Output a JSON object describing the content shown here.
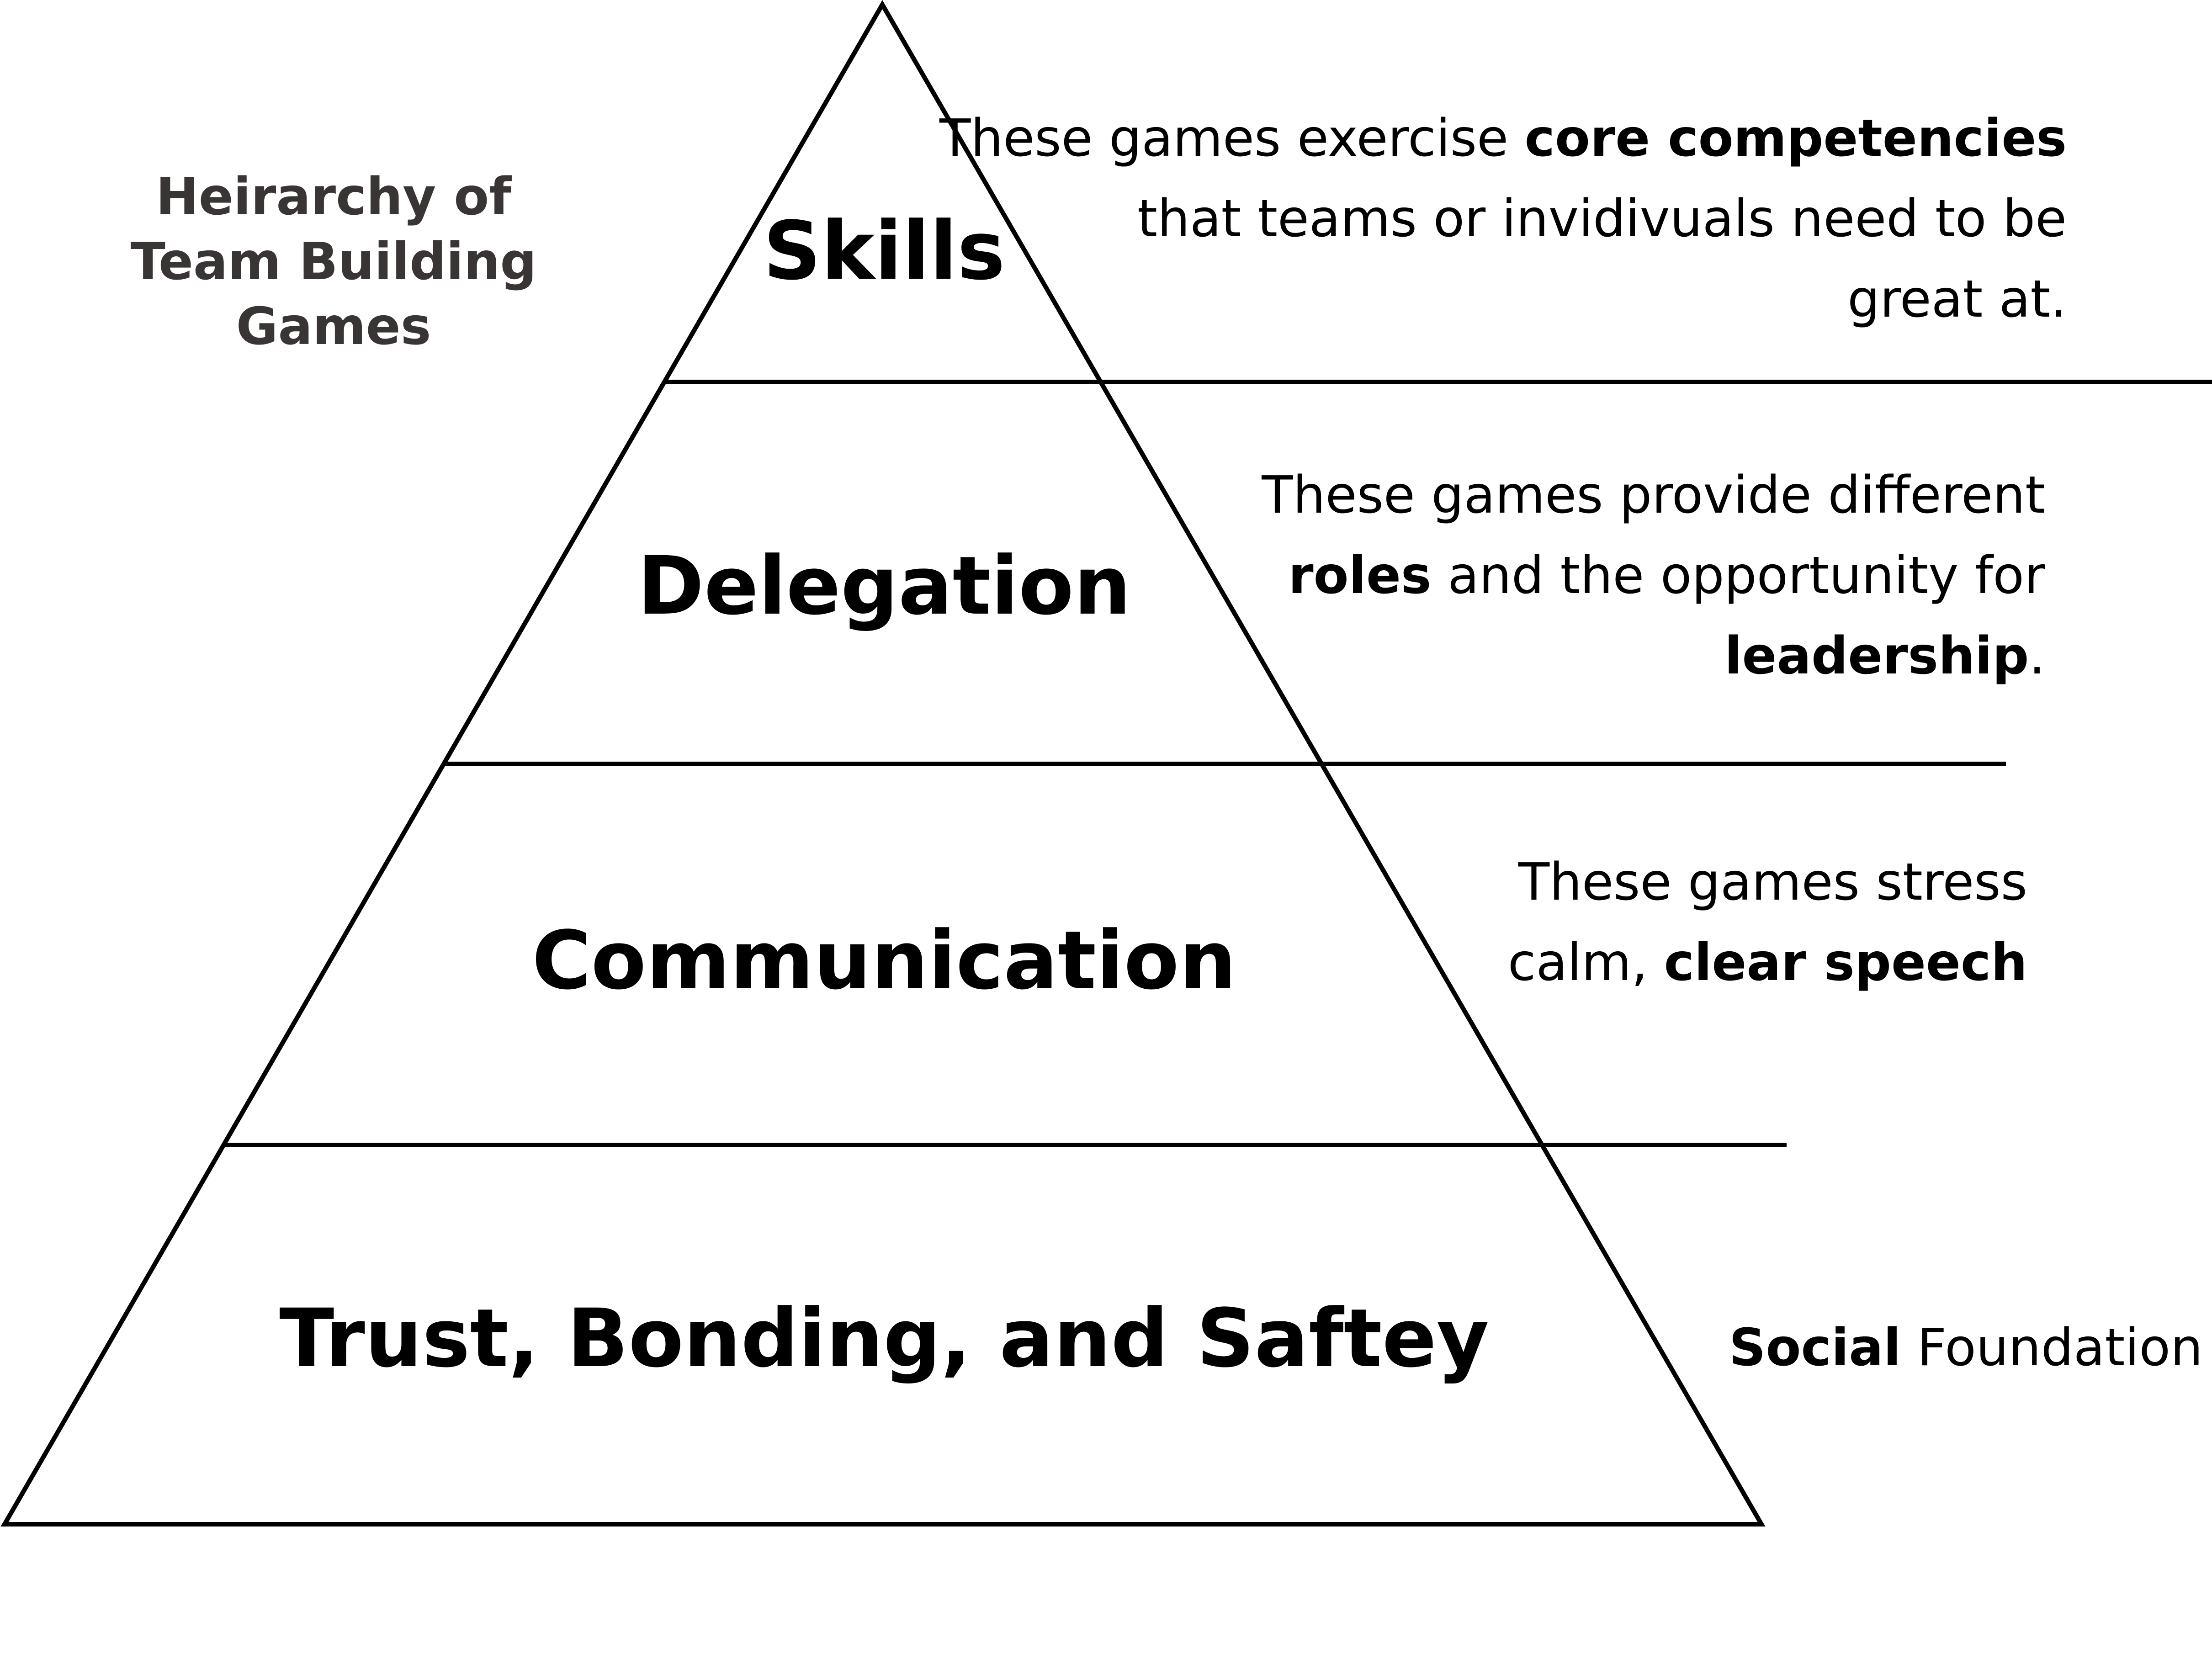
{
  "title": [
    "Heirarchy of",
    "Team Building",
    "Games"
  ],
  "tiers": [
    {
      "label": "Skills",
      "description_lines": [
        [
          {
            "text": "These games exercise ",
            "bold": false
          },
          {
            "text": "core competencies",
            "bold": true
          }
        ],
        [
          {
            "text": "that teams or invidivuals need to be",
            "bold": false
          }
        ],
        [
          {
            "text": "great at.",
            "bold": false
          }
        ]
      ]
    },
    {
      "label": "Delegation",
      "description_lines": [
        [
          {
            "text": "These games provide different",
            "bold": false
          }
        ],
        [
          {
            "text": "roles",
            "bold": true
          },
          {
            "text": " and the opportunity for",
            "bold": false
          }
        ],
        [
          {
            "text": "leadership",
            "bold": true
          },
          {
            "text": ".",
            "bold": false
          }
        ]
      ]
    },
    {
      "label": "Communication",
      "description_lines": [
        [
          {
            "text": "These games stress",
            "bold": false
          }
        ],
        [
          {
            "text": "calm, ",
            "bold": false
          },
          {
            "text": "clear speech",
            "bold": true
          }
        ]
      ]
    },
    {
      "label": "Trust, Bonding, and Saftey",
      "description_lines": [
        [
          {
            "text": "Social",
            "bold": true
          },
          {
            "text": " Foundation",
            "bold": false
          }
        ]
      ]
    }
  ],
  "colors": {
    "line": "#000000",
    "text": "#000000",
    "heading": "#3a3535",
    "background": "#ffffff"
  }
}
